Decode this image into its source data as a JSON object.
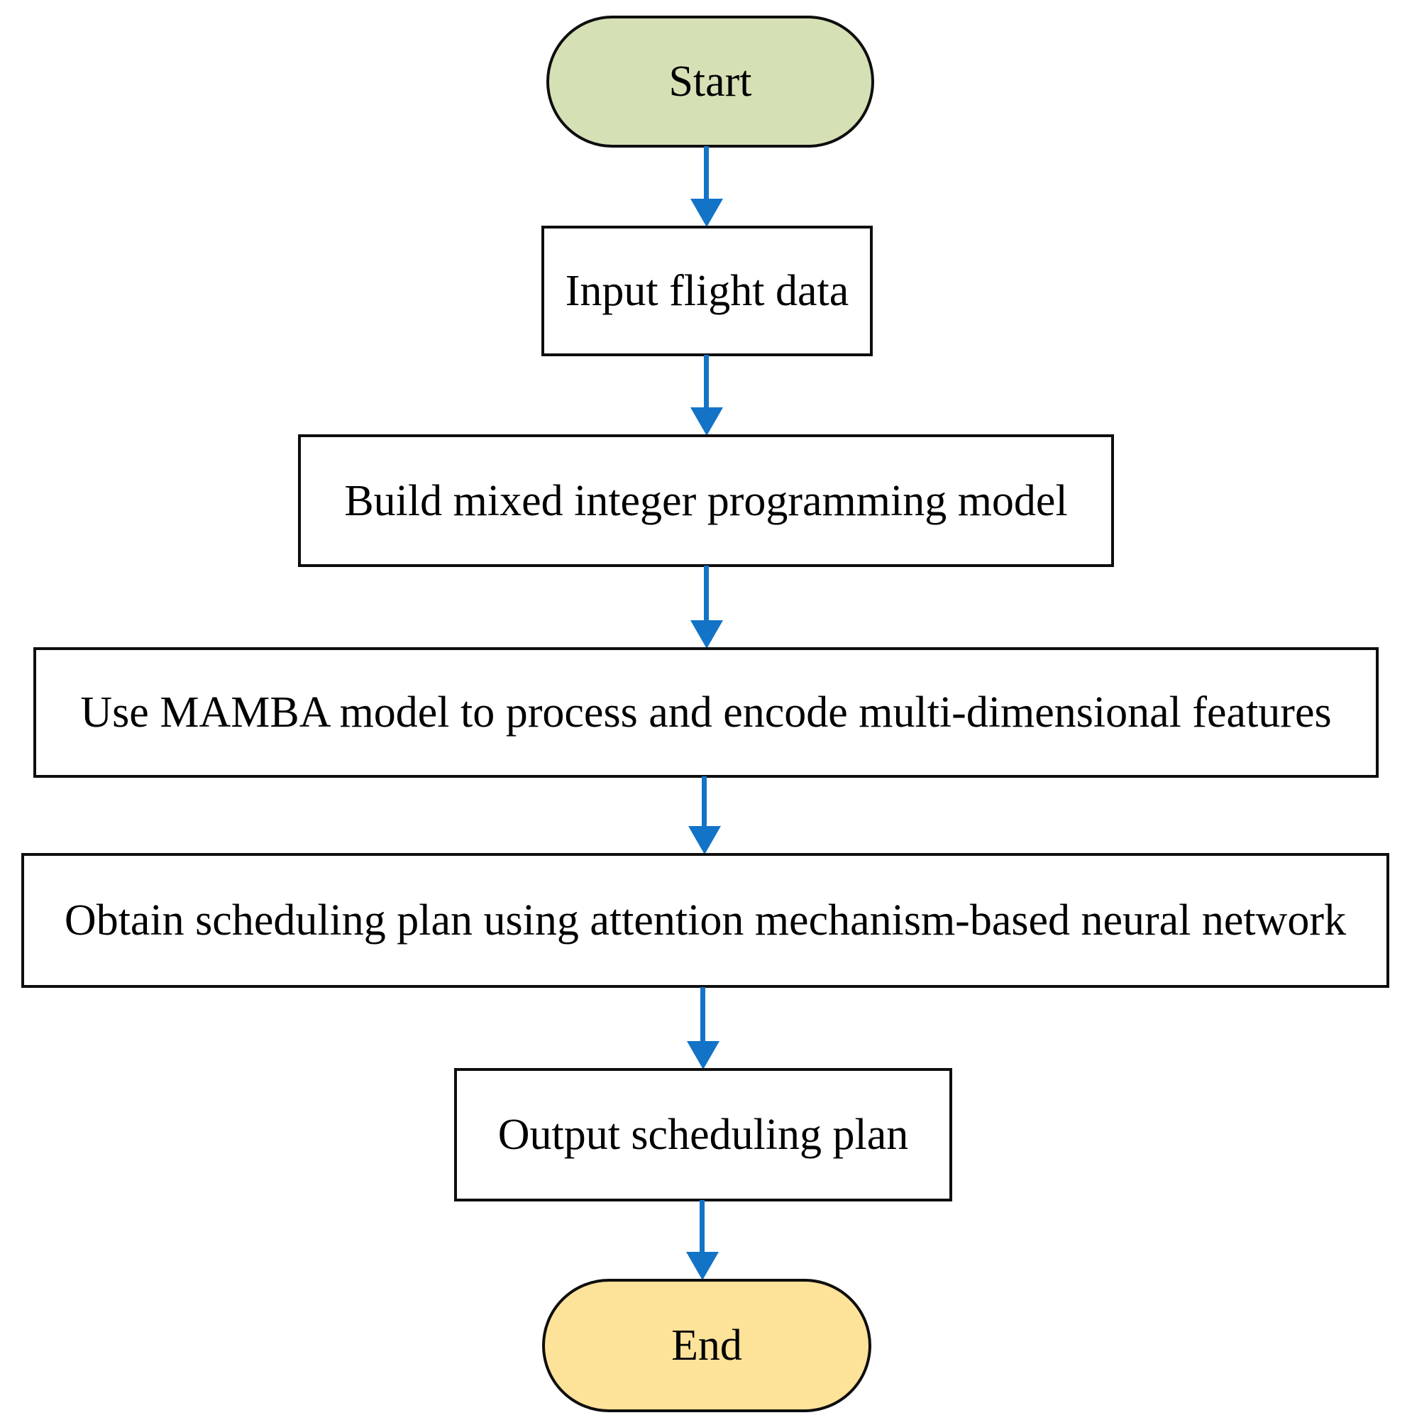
{
  "flowchart": {
    "background": "#ffffff",
    "arrow_color": "#1273c7",
    "node_border_color": "#0e0e0e",
    "nodes": [
      {
        "id": "start",
        "shape": "terminator",
        "label": "Start",
        "fill": "#d5e1b5"
      },
      {
        "id": "input-flight-data",
        "shape": "process",
        "label": "Input flight data",
        "fill": "#ffffff"
      },
      {
        "id": "build-mip-model",
        "shape": "process",
        "label": "Build mixed integer programming model",
        "fill": "#ffffff"
      },
      {
        "id": "mamba-encode",
        "shape": "process",
        "label": "Use MAMBA model to process and encode multi-dimensional features",
        "fill": "#ffffff"
      },
      {
        "id": "attention-schedule",
        "shape": "process",
        "label": "Obtain scheduling plan using attention mechanism-based neural network",
        "fill": "#ffffff"
      },
      {
        "id": "output-plan",
        "shape": "process",
        "label": "Output scheduling plan",
        "fill": "#ffffff"
      },
      {
        "id": "end",
        "shape": "terminator",
        "label": "End",
        "fill": "#fde29a"
      }
    ],
    "edges": [
      {
        "from": "start",
        "to": "input-flight-data"
      },
      {
        "from": "input-flight-data",
        "to": "build-mip-model"
      },
      {
        "from": "build-mip-model",
        "to": "mamba-encode"
      },
      {
        "from": "mamba-encode",
        "to": "attention-schedule"
      },
      {
        "from": "attention-schedule",
        "to": "output-plan"
      },
      {
        "from": "output-plan",
        "to": "end"
      }
    ]
  }
}
